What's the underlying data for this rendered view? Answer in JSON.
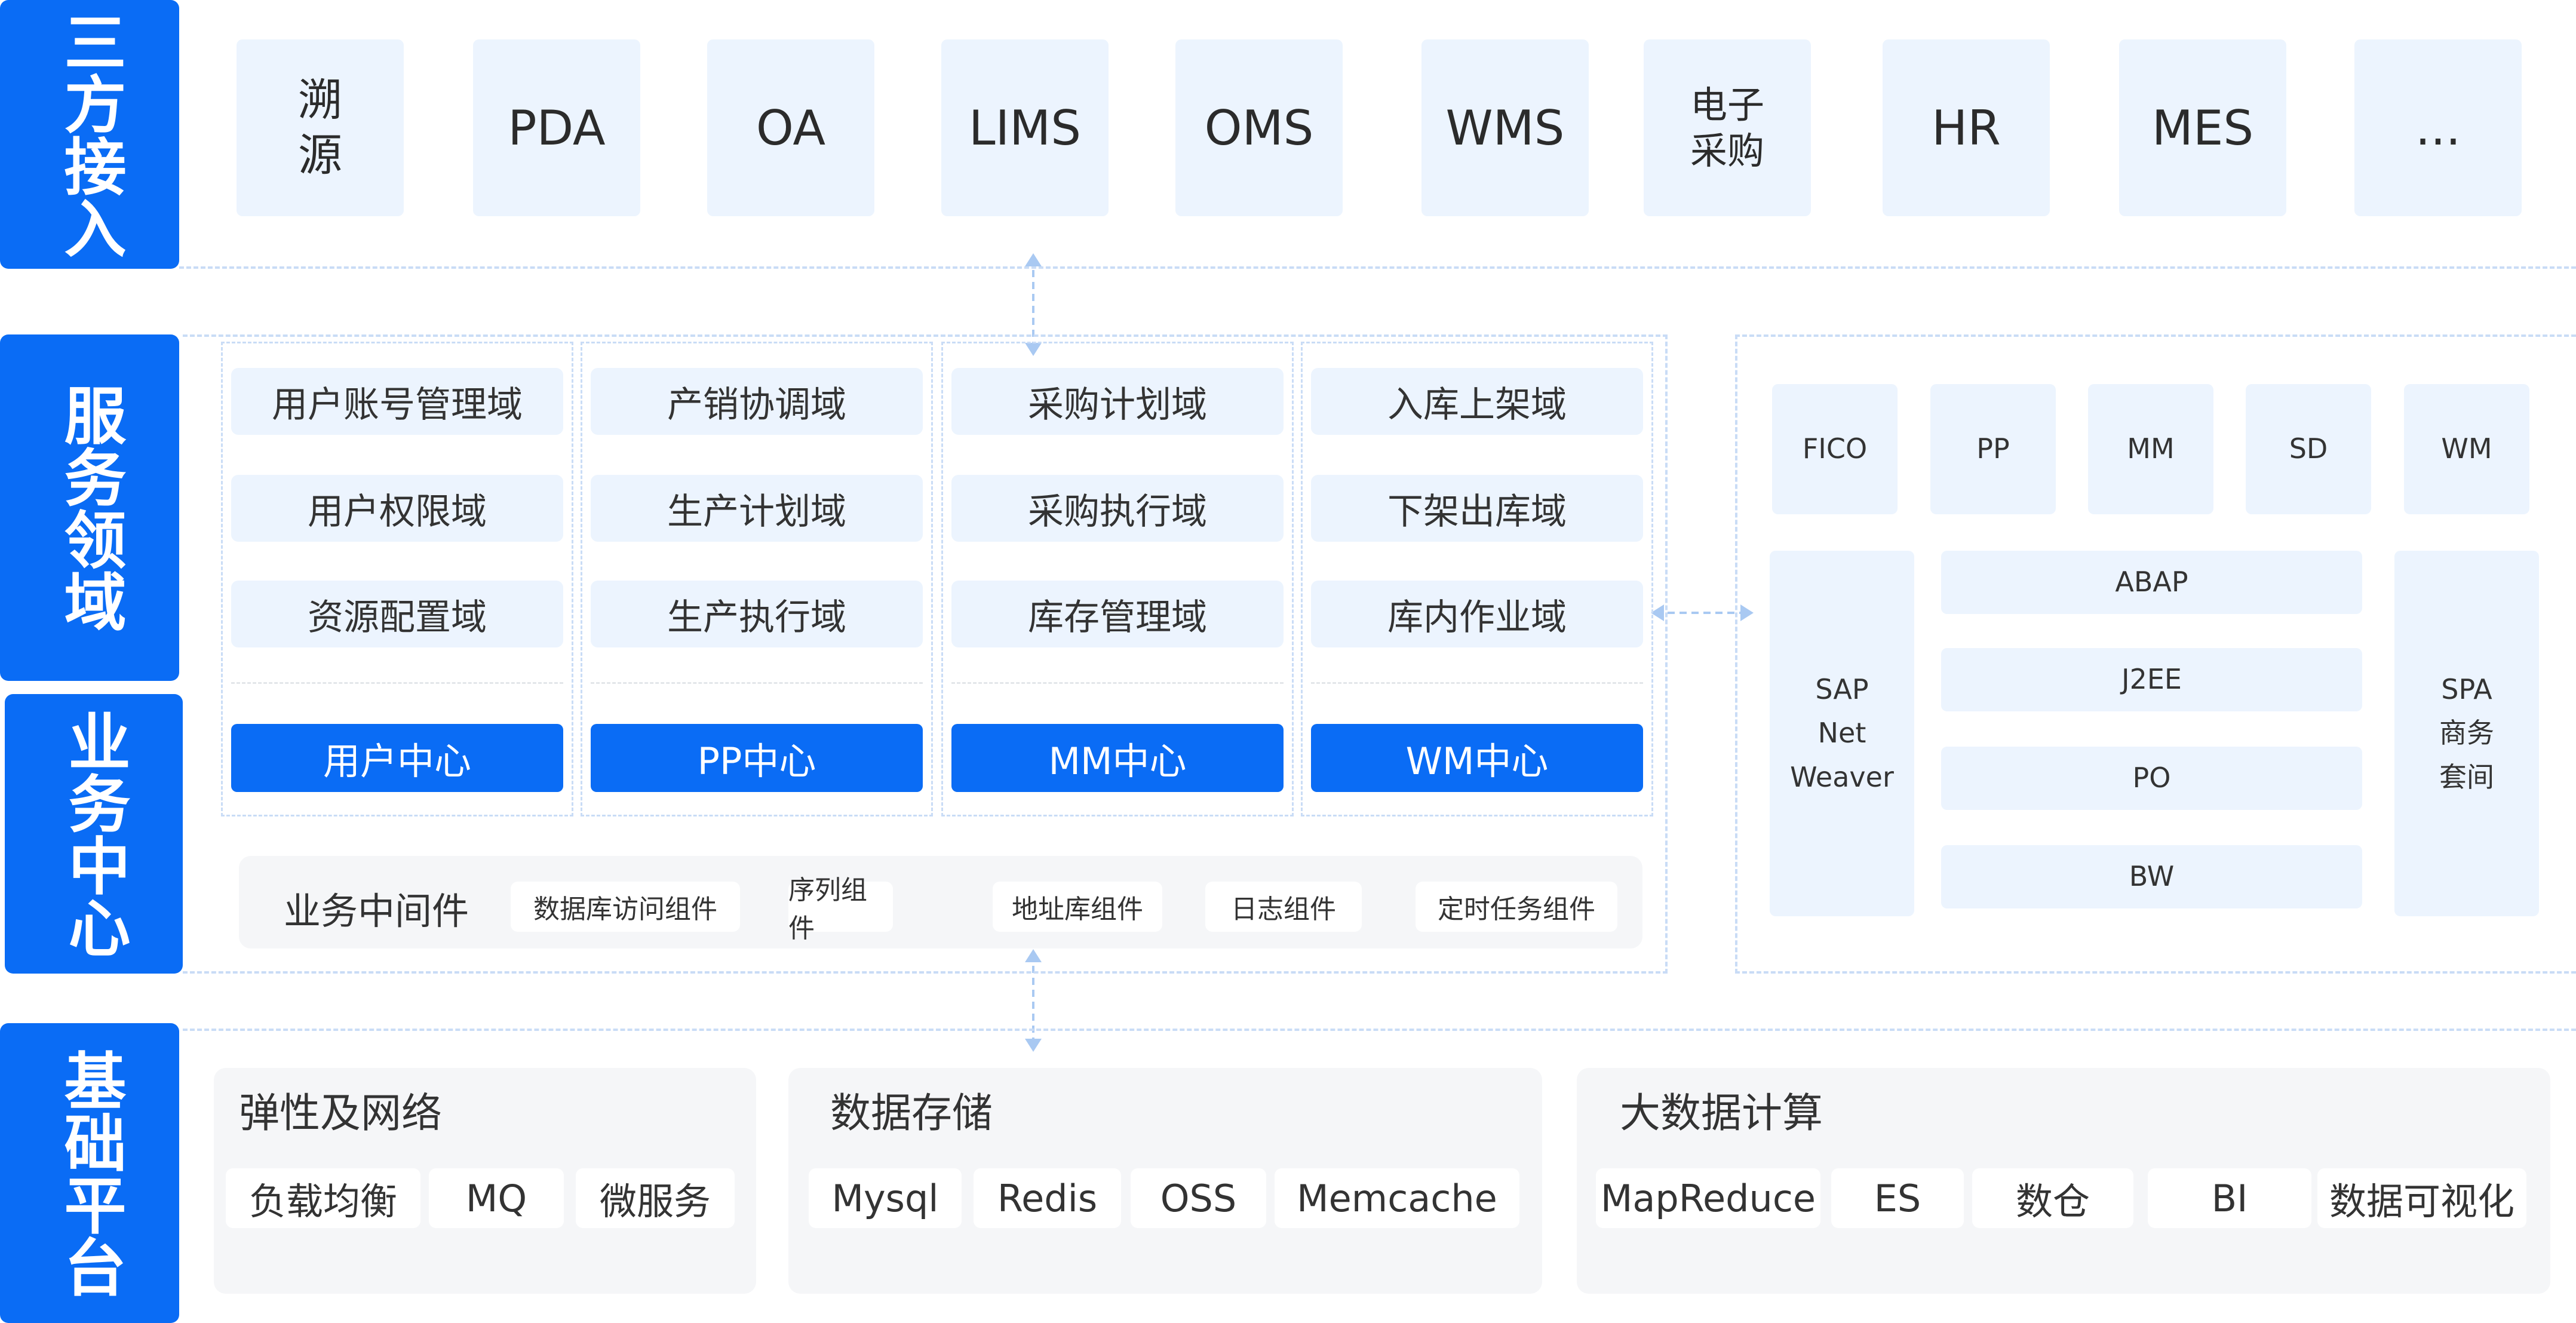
{
  "sections": {
    "third_party": "三方接入",
    "service_domain": "服务领域",
    "business_center": "业务中心",
    "base_platform": "基础平台"
  },
  "third_party_items": [
    "溯源",
    "PDA",
    "OA",
    "LIMS",
    "OMS",
    "WMS",
    "电子采购",
    "HR",
    "MES",
    "..."
  ],
  "domain_columns": [
    {
      "items": [
        "用户账号管理域",
        "用户权限域",
        "资源配置域"
      ],
      "center": "用户中心"
    },
    {
      "items": [
        "产销协调域",
        "生产计划域",
        "生产执行域"
      ],
      "center": "PP中心"
    },
    {
      "items": [
        "采购计划域",
        "采购执行域",
        "库存管理域"
      ],
      "center": "MM中心"
    },
    {
      "items": [
        "入库上架域",
        "下架出库域",
        "库内作业域"
      ],
      "center": "WM中心"
    }
  ],
  "middleware": {
    "label": "业务中间件",
    "items": [
      "数据库访问组件",
      "序列组件",
      "地址库组件",
      "日志组件",
      "定时任务组件"
    ]
  },
  "sap": {
    "modules": [
      "FICO",
      "PP",
      "MM",
      "SD",
      "WM"
    ],
    "left": "SAP Net Weaver",
    "stack": [
      "ABAP",
      "J2EE",
      "PO",
      "BW"
    ],
    "right": "SPA 商务 套间"
  },
  "base": [
    {
      "title": "弹性及网络",
      "items": [
        "负载均衡",
        "MQ",
        "微服务"
      ]
    },
    {
      "title": "数据存储",
      "items": [
        "Mysql",
        "Redis",
        "OSS",
        "Memcache"
      ]
    },
    {
      "title": "大数据计算",
      "items": [
        "MapReduce",
        "ES",
        "数仓",
        "BI",
        "数据可视化"
      ]
    }
  ],
  "colors": {
    "accent": "#0a6cf5",
    "tile": "#ecf4fe",
    "panel": "#f5f6f8",
    "dash": "#c9dcf6"
  }
}
